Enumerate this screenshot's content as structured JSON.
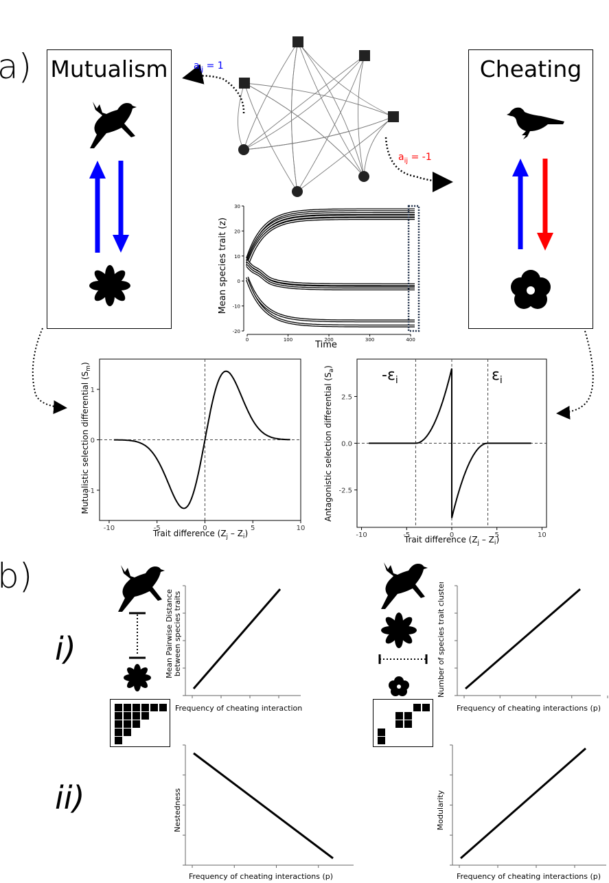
{
  "panels": {
    "a": "a)",
    "b": "b)"
  },
  "boxes": {
    "mutualism": "Mutualism",
    "cheating": "Cheating"
  },
  "network": {
    "label_positive": "a",
    "label_positive_sub": "ij",
    "label_positive_value": " = 1",
    "label_negative": "a",
    "label_negative_sub": "ij",
    "label_negative_value": " = -1",
    "positive_color": "#0000ff",
    "negative_color": "#ff0000"
  },
  "arrows": {
    "up_color": "#0000ff",
    "mutual_down_color": "#0000ff",
    "cheat_down_color": "#ff0000"
  },
  "icons": {
    "bird": "bird-icon",
    "flower": "flower-icon"
  },
  "chart_data": [
    {
      "id": "mean-trait",
      "type": "line",
      "ylabel": "Mean species trait (z)",
      "xlabel": "Time",
      "xlim": [
        0,
        420
      ],
      "ylim": [
        -20,
        30
      ],
      "xticks": [
        0,
        100,
        200,
        300,
        400
      ],
      "yticks": [
        -20,
        -10,
        0,
        10,
        20,
        30
      ],
      "series": [
        {
          "start": 9,
          "end": 28.5
        },
        {
          "start": 8,
          "end": 27
        },
        {
          "start": 7,
          "end": 26
        },
        {
          "start": 6,
          "end": 25
        },
        {
          "start": 8,
          "end": -1.5,
          "bump": 10
        },
        {
          "start": 7,
          "end": -2.5,
          "bump": 9
        },
        {
          "start": 6,
          "end": -3.2,
          "bump": 8
        },
        {
          "start": 1.5,
          "end": -16
        },
        {
          "start": 0.5,
          "end": -18
        }
      ],
      "highlight_x": [
        395,
        420
      ]
    },
    {
      "id": "mutualistic-selection",
      "type": "line",
      "ylabel": "Mutualistic selection differential (S",
      "ylabel_sub": "m",
      "ylabel_end": ")",
      "xlabel": "Trait difference (Z",
      "xlabel_sub1": "j",
      "xlabel_mid": " – Z",
      "xlabel_sub2": "i",
      "xlabel_end": ")",
      "xlim": [
        -11,
        10
      ],
      "ylim": [
        -1.6,
        1.6
      ],
      "xticks": [
        -10,
        -5,
        0,
        5,
        10
      ],
      "yticks": [
        -1,
        0,
        1
      ],
      "amplitude": 1.36,
      "width": 2.2
    },
    {
      "id": "antagonistic-selection",
      "type": "line",
      "ylabel": "Antagonistic selection differential (S",
      "ylabel_sub": "a",
      "ylabel_end": ")",
      "xlabel": "Trait difference (Z",
      "xlabel_sub1": "j",
      "xlabel_mid": " – Z",
      "xlabel_sub2": "i",
      "xlabel_end": ")",
      "xlim": [
        -10.5,
        10.5
      ],
      "ylim": [
        -4.5,
        4.5
      ],
      "xticks": [
        -10,
        -5,
        0,
        5,
        10
      ],
      "yticks": [
        -2.5,
        0.0,
        2.5
      ],
      "ytick_labels": [
        "-2.5",
        "0.0",
        "2.5"
      ],
      "threshold": 4,
      "peak": 4.0,
      "annot_left": "-ε",
      "annot_left_sub": "i",
      "annot_right": "ε",
      "annot_right_sub": "i"
    },
    {
      "id": "mpd",
      "type": "line",
      "ylabel_line1": "Mean Pairwise Distance",
      "ylabel_line2": "between species traits",
      "xlabel": "Frequency of cheating interactions (p)",
      "trend": "increasing"
    },
    {
      "id": "clusters",
      "type": "line",
      "ylabel": "Number of species trait clusters",
      "xlabel": "Frequency of cheating interactions (p)",
      "trend": "increasing"
    },
    {
      "id": "nestedness",
      "type": "line",
      "ylabel": "Nestedness",
      "xlabel": "Frequency of cheating interactions (p)",
      "trend": "decreasing"
    },
    {
      "id": "modularity",
      "type": "line",
      "ylabel": "Modularity",
      "xlabel": "Frequency of cheating interactions (p)",
      "trend": "increasing"
    }
  ],
  "rows": {
    "i": "i)",
    "ii": "ii)"
  }
}
